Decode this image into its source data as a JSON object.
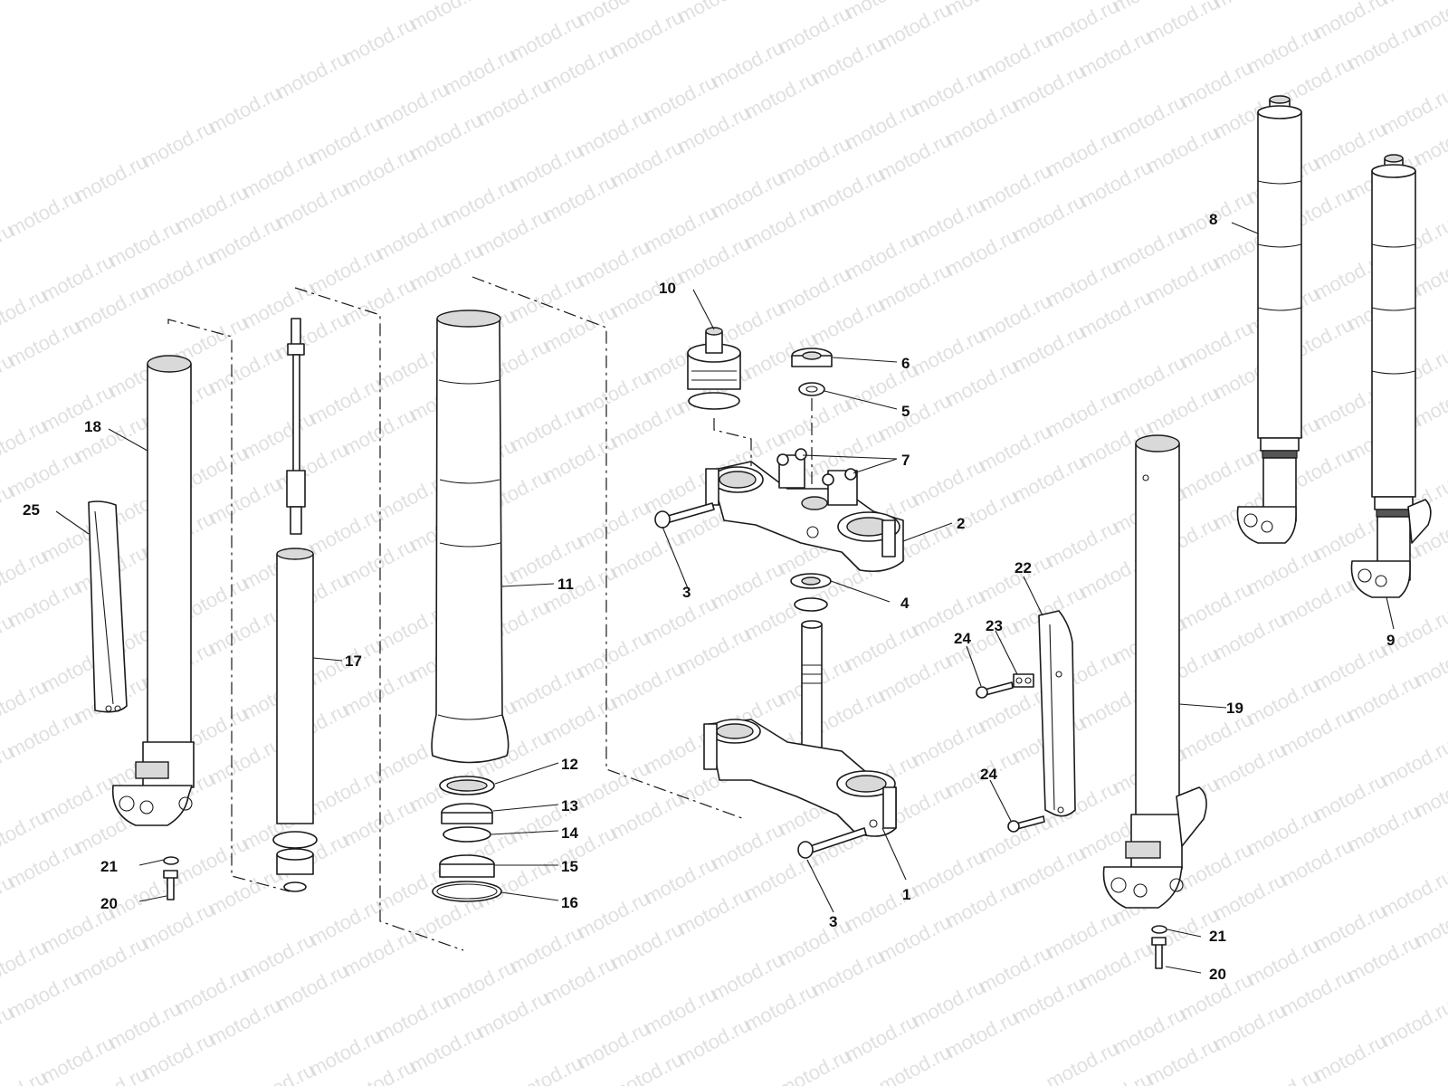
{
  "watermark": {
    "text": "motod.ru",
    "color": "#c8c8c8"
  },
  "callouts": {
    "c1": "1",
    "c2": "2",
    "c3a": "3",
    "c3b": "3",
    "c4": "4",
    "c5": "5",
    "c6": "6",
    "c7": "7",
    "c8": "8",
    "c9": "9",
    "c10": "10",
    "c11": "11",
    "c12": "12",
    "c13": "13",
    "c14": "14",
    "c15": "15",
    "c16": "16",
    "c17": "17",
    "c18": "18",
    "c19": "19",
    "c20a": "20",
    "c20b": "20",
    "c21a": "21",
    "c21b": "21",
    "c22": "22",
    "c23": "23",
    "c24a": "24",
    "c24b": "24",
    "c25": "25"
  },
  "colors": {
    "line": "#1a1a1a",
    "shading": "#d9d9d9",
    "background": "#ffffff"
  }
}
